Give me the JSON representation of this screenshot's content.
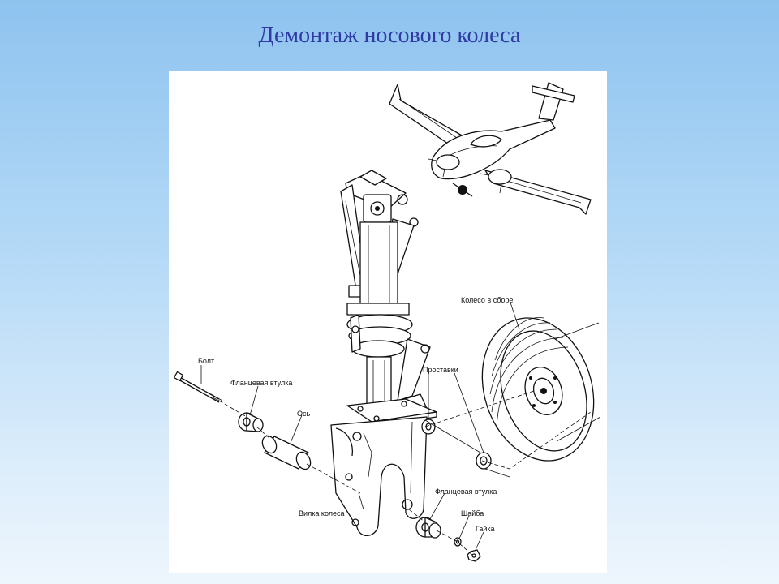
{
  "slide": {
    "title": "Демонтаж носового колеса"
  },
  "diagram": {
    "labels": {
      "wheel_assembly": "Колесо в сборе",
      "spacers": "Проставки",
      "bolt": "Болт",
      "flange_bushing_left": "Фланцевая втулка",
      "axle": "Ось",
      "wheel_fork": "Вилка колеса",
      "flange_bushing_right": "Фланцевая втулка",
      "washer": "Шайба",
      "nut": "Гайка"
    }
  }
}
